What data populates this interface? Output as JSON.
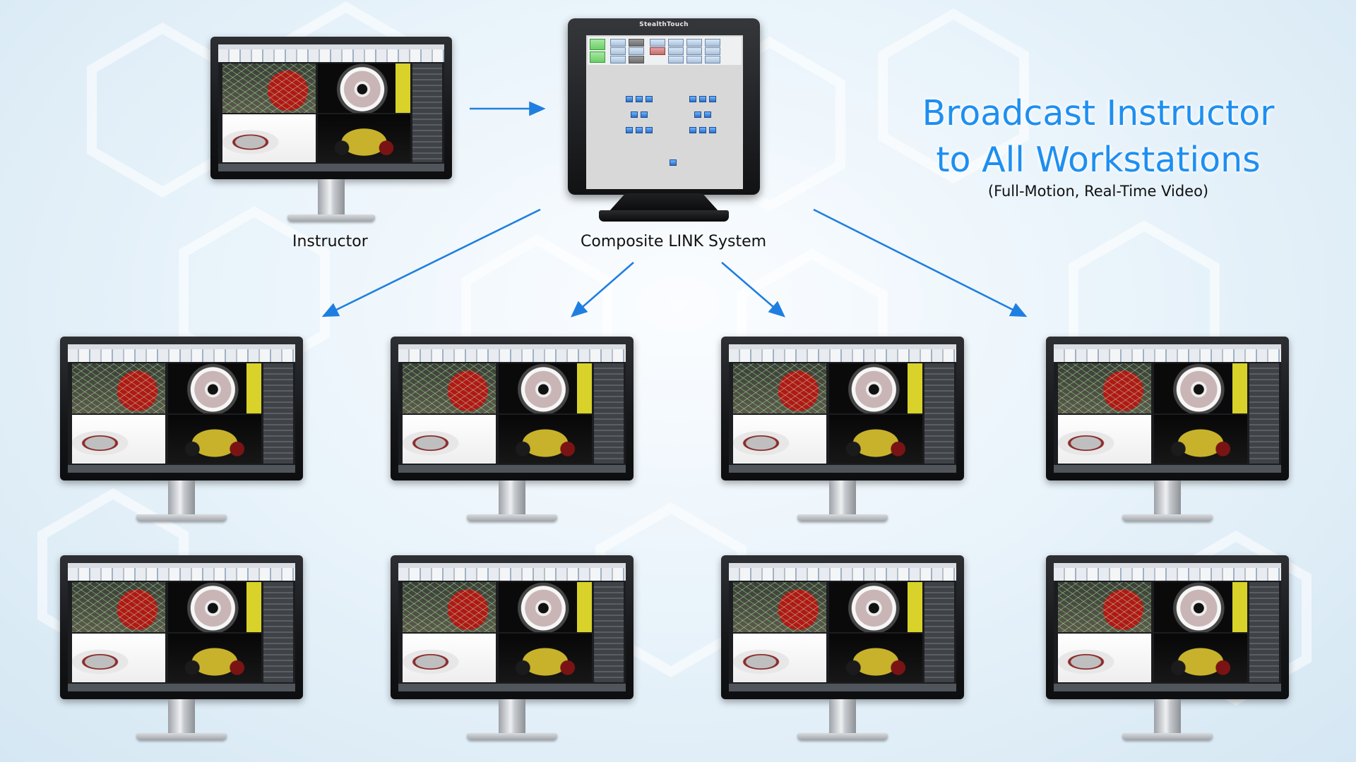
{
  "title": {
    "line1": "Broadcast Instructor",
    "line2": "to All Workstations"
  },
  "subtitle": "(Full-Motion, Real-Time Video)",
  "labels": {
    "instructor": "Instructor",
    "composite_system": "Composite LINK System"
  },
  "controller": {
    "brand": "StealthTouch"
  },
  "colors": {
    "title": "#1e8ff0",
    "arrow": "#1f7fe0",
    "label_text": "#111111"
  },
  "icons": {
    "arrow": "arrow-right-icon",
    "workstation": "computer-icon"
  },
  "workstations": [
    {
      "id": 1
    },
    {
      "id": 2
    },
    {
      "id": 3
    },
    {
      "id": 4
    },
    {
      "id": 5
    },
    {
      "id": 6
    },
    {
      "id": 7
    },
    {
      "id": 8
    }
  ]
}
